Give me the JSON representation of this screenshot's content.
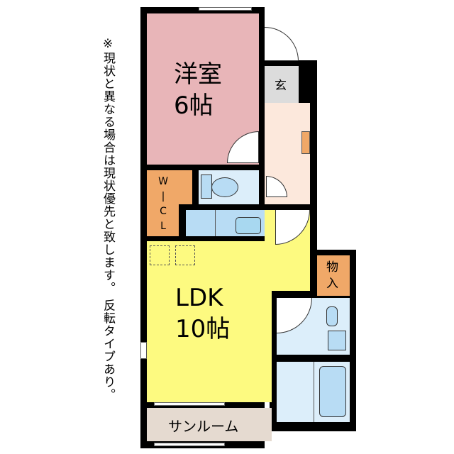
{
  "note": "※現状と異なる場合は現状優先と致します。 反転タイプあり。",
  "rooms": {
    "western": {
      "name": "洋室",
      "size": "6帖"
    },
    "entrance": "玄",
    "wic": [
      "W",
      "|",
      "C",
      "L"
    ],
    "ldk": {
      "name": "LDK",
      "size": "10帖"
    },
    "storage": [
      "物",
      "入"
    ],
    "sunroom": "サンルーム"
  },
  "colors": {
    "western": "#e8b5b8",
    "entrance": "#dcdcdc",
    "hall": "#fce8dc",
    "wic": "#f0a868",
    "wet": "#dceefa",
    "ldk": "#fdfa80",
    "sunroom": "#e5dad0"
  }
}
